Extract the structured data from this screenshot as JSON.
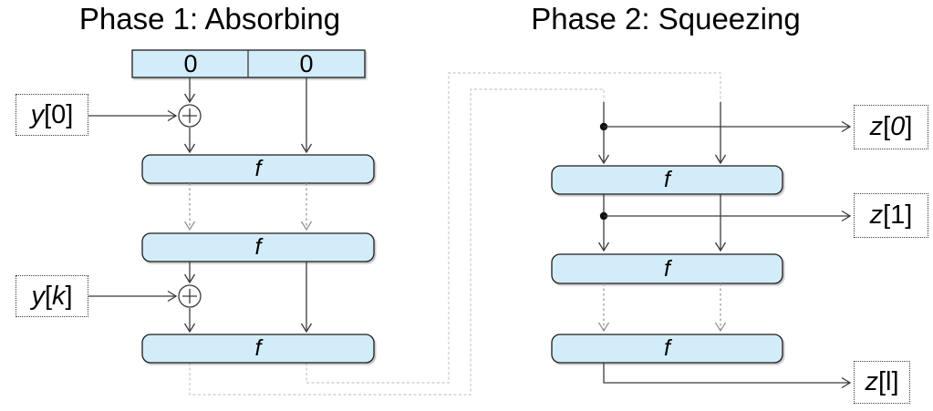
{
  "colors": {
    "background": "#ffffff",
    "box_fill": "#d3ecf9",
    "box_border": "#1f1f1f",
    "arrow": "#3a3a3a",
    "elision_arrow": "#8f8f8f",
    "routing_line": "#c8c8c8",
    "text": "#000000"
  },
  "phase1": {
    "title": "Phase 1: Absorbing",
    "initial_state_cells": [
      "0",
      "0"
    ],
    "f_boxes": [
      "f",
      "f",
      "f"
    ],
    "inputs": [
      {
        "label": "y[0]",
        "parts": [
          [
            "y",
            1
          ],
          [
            "[0]",
            0
          ]
        ]
      },
      {
        "label": "y[k]",
        "parts": [
          [
            "y",
            1
          ],
          [
            "[",
            0
          ],
          [
            "k",
            1
          ],
          [
            "]",
            0
          ]
        ]
      }
    ]
  },
  "phase2": {
    "title": "Phase 2: Squeezing",
    "f_boxes": [
      "f",
      "f",
      "f"
    ],
    "outputs": [
      {
        "label": "z[0]",
        "parts": [
          [
            "z",
            1
          ],
          [
            "[",
            0
          ],
          [
            "0",
            1
          ],
          [
            "]",
            0
          ]
        ]
      },
      {
        "label": "z[1]",
        "parts": [
          [
            "z",
            1
          ],
          [
            "[1]",
            0
          ]
        ]
      },
      {
        "label": "z[l]",
        "parts": [
          [
            "z",
            1
          ],
          [
            "[l]",
            0
          ]
        ]
      }
    ]
  }
}
